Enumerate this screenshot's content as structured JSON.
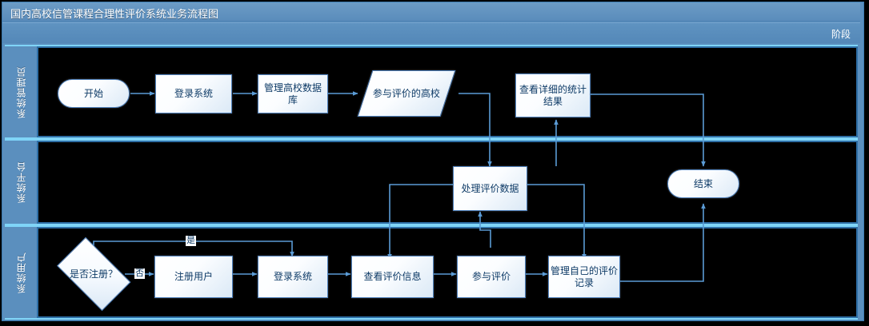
{
  "window": {
    "title": "国内高校信管课程合理性评价系统业务流程图",
    "phase_label": "阶段"
  },
  "theme": {
    "chrome_blue": "#5b8fbe",
    "lane_divider": "#7fd4f7",
    "canvas": "#000000",
    "node_border": "#4f81bd",
    "node_text": "#0d3a66",
    "connector": "#5b9bd5"
  },
  "lanes": [
    {
      "id": "admin",
      "label": "系统管理员"
    },
    {
      "id": "platform",
      "label": "系统平台"
    },
    {
      "id": "user",
      "label": "系统用户"
    }
  ],
  "nodes": {
    "start": {
      "label": "开始",
      "shape": "terminator"
    },
    "admin_login": {
      "label": "登录系统",
      "shape": "process"
    },
    "manage_db": {
      "label": "管理高校数据库",
      "shape": "process"
    },
    "participating": {
      "label": "参与评价的高校",
      "shape": "data"
    },
    "view_stats": {
      "label": "查看详细的统计结果",
      "shape": "process"
    },
    "process_data": {
      "label": "处理评价数据",
      "shape": "process"
    },
    "end": {
      "label": "结束",
      "shape": "terminator"
    },
    "is_registered": {
      "label": "是否注册？",
      "shape": "decision"
    },
    "register": {
      "label": "注册用户",
      "shape": "process"
    },
    "user_login": {
      "label": "登录系统",
      "shape": "process"
    },
    "view_info": {
      "label": "查看评价信息",
      "shape": "process"
    },
    "participate": {
      "label": "参与评价",
      "shape": "process"
    },
    "manage_own": {
      "label": "管理自己的评价记录",
      "shape": "process"
    }
  },
  "edge_labels": {
    "yes": "是",
    "no": "否"
  },
  "chart_data": {
    "type": "diagram",
    "title": "国内高校信管课程合理性评价系统业务流程图",
    "swimlanes": [
      "系统管理员",
      "系统平台",
      "系统用户"
    ],
    "edges": [
      {
        "from": "开始",
        "to": "登录系统",
        "lane": "系统管理员",
        "label": ""
      },
      {
        "from": "登录系统",
        "to": "管理高校数据库",
        "lane": "系统管理员",
        "label": ""
      },
      {
        "from": "管理高校数据库",
        "to": "参与评价的高校",
        "lane": "系统管理员",
        "label": ""
      },
      {
        "from": "参与评价的高校",
        "to": "处理评价数据",
        "lane": "跨泳道",
        "label": ""
      },
      {
        "from": "处理评价数据",
        "to": "查看详细的统计结果",
        "lane": "跨泳道",
        "label": ""
      },
      {
        "from": "查看详细的统计结果",
        "to": "结束",
        "lane": "跨泳道",
        "label": ""
      },
      {
        "from": "是否注册？",
        "to": "注册用户",
        "lane": "系统用户",
        "label": "否"
      },
      {
        "from": "是否注册？",
        "to": "登录系统",
        "lane": "系统用户",
        "label": "是"
      },
      {
        "from": "注册用户",
        "to": "登录系统",
        "lane": "系统用户",
        "label": ""
      },
      {
        "from": "登录系统",
        "to": "查看评价信息",
        "lane": "系统用户",
        "label": ""
      },
      {
        "from": "查看评价信息",
        "to": "参与评价",
        "lane": "系统用户",
        "label": ""
      },
      {
        "from": "参与评价",
        "to": "处理评价数据",
        "lane": "跨泳道",
        "label": ""
      },
      {
        "from": "处理评价数据",
        "to": "查看评价信息",
        "lane": "跨泳道",
        "label": ""
      },
      {
        "from": "处理评价数据",
        "to": "管理自己的评价记录",
        "lane": "跨泳道",
        "label": ""
      },
      {
        "from": "管理自己的评价记录",
        "to": "结束",
        "lane": "跨泳道",
        "label": ""
      }
    ]
  }
}
